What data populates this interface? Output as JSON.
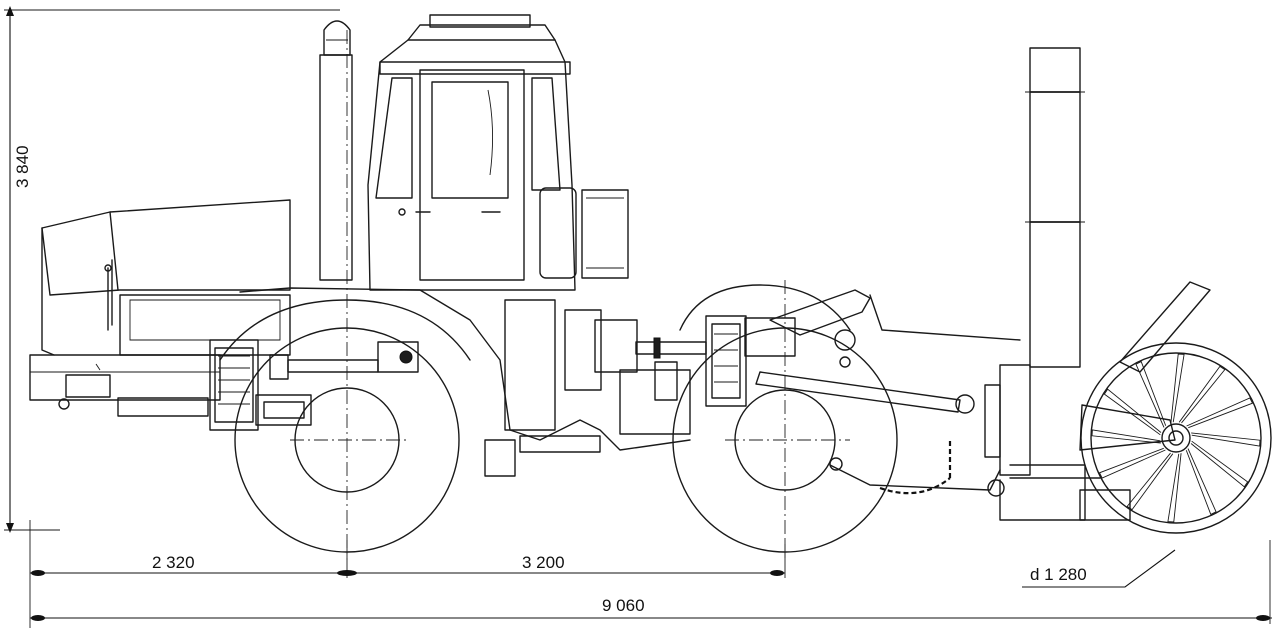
{
  "dimensions": {
    "overall_height": "3 840",
    "front_overhang": "2 320",
    "wheelbase": "3 200",
    "overall_length": "9 060",
    "rotor_diameter": "d 1 280"
  }
}
